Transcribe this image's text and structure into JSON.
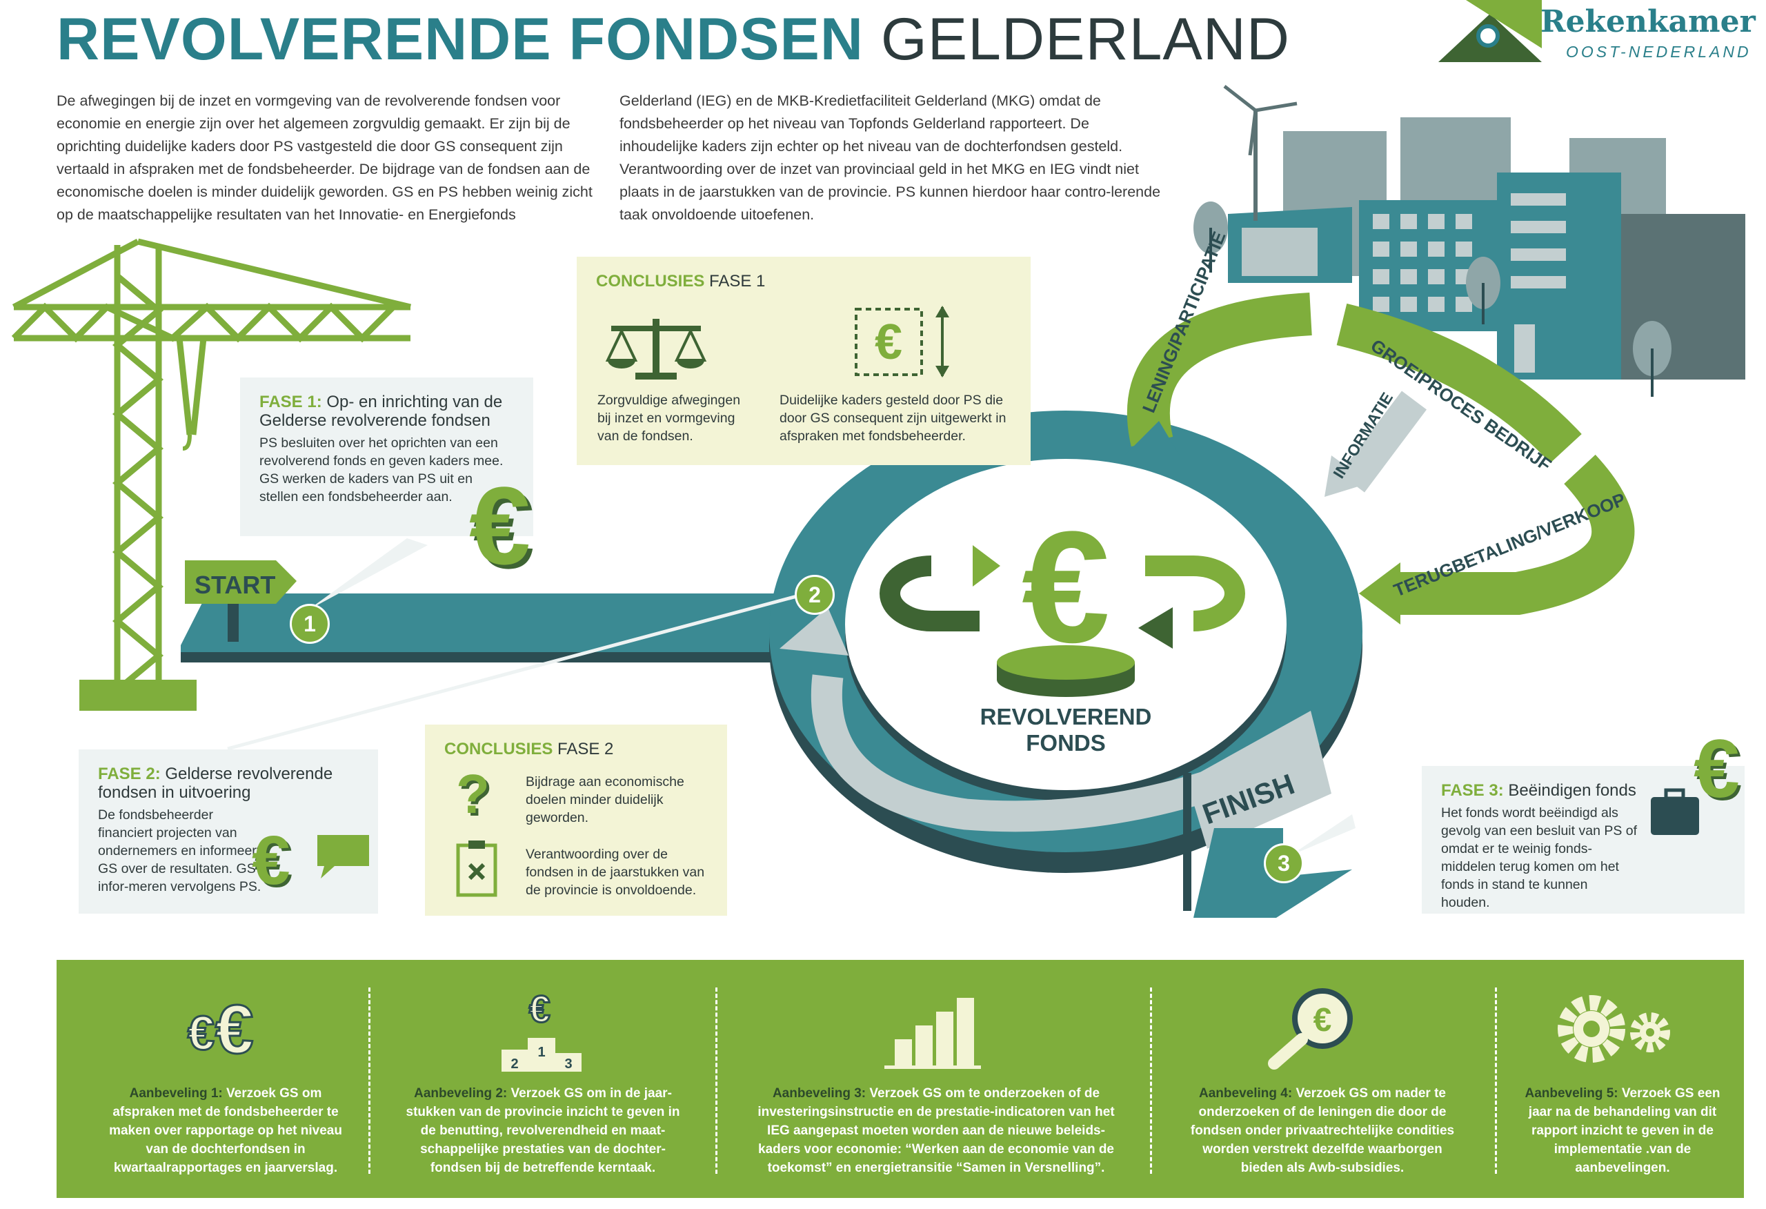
{
  "title": {
    "part1": "REVOLVERENDE FONDSEN",
    "part2": "GELDERLAND"
  },
  "logo": {
    "name": "Rekenkamer",
    "sub": "OOST-NEDERLAND"
  },
  "intro": {
    "col1": "De afwegingen bij de inzet en vormgeving van de revolverende fondsen voor economie en energie zijn over het algemeen zorgvuldig gemaakt. Er zijn bij de oprichting duidelijke kaders door PS vastgesteld die door GS consequent zijn vertaald in afspraken met de fondsbeheerder. De bijdrage van de fondsen aan de economische doelen is minder duidelijk geworden. GS en PS hebben weinig zicht op de maatschappelijke resultaten van het Innovatie- en Energiefonds",
    "col2": "Gelderland (IEG) en de MKB-Kredietfaciliteit Gelderland (MKG) omdat de fondsbeheerder op het niveau van Topfonds Gelderland rapporteert. De inhoudelijke kaders zijn echter op het niveau van de dochterfondsen gesteld. Verantwoording over de inzet van provinciaal geld in het MKG en IEG vindt niet plaats in de jaarstukken van de provincie. PS kunnen hierdoor haar contro-lerende taak onvoldoende uitoefenen."
  },
  "conclusies1": {
    "label": "CONCLUSIES",
    "fase": "FASE 1",
    "items": [
      {
        "icon": "scale-icon",
        "text": "Zorgvuldige afwegingen bij inzet en vormgeving van de fondsen."
      },
      {
        "icon": "euro-frame-icon",
        "text": "Duidelijke kaders gesteld door PS die door GS consequent zijn uitgewerkt in afspraken met fondsbeheerder."
      }
    ]
  },
  "fase1": {
    "label": "FASE 1:",
    "title": "Op- en inrichting van de Gelderse revolverende fondsen",
    "text": "PS besluiten over het oprichten van een revolverend fonds en geven kaders mee. GS werken de kaders van PS uit en stellen een fondsbeheerder aan."
  },
  "fase2": {
    "label": "FASE 2:",
    "title": "Gelderse revolverende fondsen in uitvoering",
    "text": "De fondsbeheerder financiert projecten van ondernemers en informeert GS over de resultaten. GS infor-meren vervolgens PS."
  },
  "conclusies2": {
    "label": "CONCLUSIES",
    "fase": "FASE 2",
    "items": [
      {
        "icon": "question-icon",
        "text": "Bijdrage aan economische doelen minder duidelijk geworden."
      },
      {
        "icon": "clipboard-x-icon",
        "text": "Verantwoording over de fondsen in de jaarstukken van de provincie is onvoldoende."
      }
    ]
  },
  "fase3": {
    "label": "FASE 3:",
    "title": "Beëindigen fonds",
    "text": "Het fonds wordt beëindigd als gevolg van een besluit van PS of omdat er te weinig fonds-middelen terug komen om het fonds in stand te kunnen houden."
  },
  "diagram": {
    "start": "START",
    "finish": "FINISH",
    "center": "REVOLVEREND FONDS",
    "steps": [
      "1",
      "2",
      "3"
    ],
    "loop": [
      "LENING/PARTICIPATIE",
      "GROEIPROCES BEDRIJF",
      "TERUGBETALING/VERKOOP"
    ],
    "info": "INFORMATIE"
  },
  "aanbevelingen": [
    {
      "label": "Aanbeveling 1:",
      "text": "Verzoek GS om afspraken met de fondsbeheerder te maken over rapportage op het niveau van de dochterfondsen in kwartaalrapportages en jaarverslag.",
      "icon": "euro-characters-icon"
    },
    {
      "label": "Aanbeveling 2:",
      "text": "Verzoek GS om in de jaar-stukken van de provincie inzicht te geven in de benutting, revolverendheid en maat-schappelijke prestaties van de dochter-fondsen bij de betreffende kerntaak.",
      "icon": "podium-icon",
      "podium": [
        "2",
        "1",
        "3"
      ]
    },
    {
      "label": "Aanbeveling 3:",
      "text": "Verzoek GS om te onderzoeken of de investeringsinstructie en de prestatie-indicatoren van het IEG aangepast moeten worden aan de nieuwe beleids-kaders voor economie: “Werken aan de economie van de toekomst” en energietransitie “Samen in Versnelling”.",
      "icon": "bar-chart-icon"
    },
    {
      "label": "Aanbeveling 4:",
      "text": "Verzoek GS om nader te onderzoeken of de leningen die door de fondsen onder privaatrechtelijke condities worden verstrekt dezelfde waarborgen bieden als Awb-subsidies.",
      "icon": "magnifier-euro-icon"
    },
    {
      "label": "Aanbeveling 5:",
      "text": "Verzoek GS een jaar na de behandeling van dit rapport inzicht te geven in de implementatie .van de aanbevelingen.",
      "icon": "gears-icon"
    }
  ],
  "colors": {
    "teal": "#3b8a93",
    "dark": "#2c4d52",
    "green": "#7fae3c",
    "darkgreen": "#3e6433",
    "grey": "#c3cfd0"
  }
}
